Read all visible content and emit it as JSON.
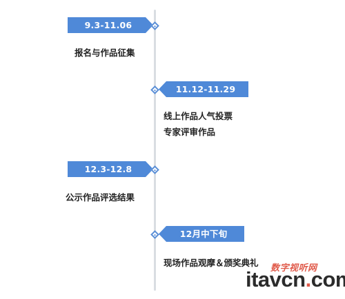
{
  "timeline": {
    "stages": [
      {
        "date": "9.3-11.06",
        "lines": [
          "报名与作品征集"
        ]
      },
      {
        "date": "11.12-11.29",
        "lines": [
          "线上作品人气投票",
          "专家评审作品"
        ]
      },
      {
        "date": "12.3-12.8",
        "lines": [
          "公示作品评选结果"
        ]
      },
      {
        "date": "12月中下旬",
        "lines": [
          "现场作品观摩＆颁奖典礼"
        ]
      }
    ]
  },
  "watermark": {
    "cn": "数字视听网",
    "en_prefix": "itavcn",
    "en_dot": ".",
    "en_suffix": "com"
  },
  "colors": {
    "tag": "#4f89d8",
    "node": "#5b8fd6",
    "axis": "#d9dde2",
    "watermark_red": "#e05a4a"
  }
}
